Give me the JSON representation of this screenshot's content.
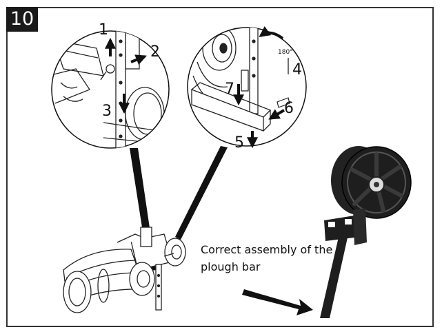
{
  "step": {
    "number": "10"
  },
  "callouts": {
    "left": [
      "1",
      "2",
      "3"
    ],
    "right": [
      "4",
      "5",
      "6",
      "7"
    ],
    "rotation": "180°"
  },
  "caption": {
    "line1": "Correct assembly of the",
    "line2": "plough bar"
  },
  "colors": {
    "ink": "#111111",
    "frame": "#333333",
    "badge": "#1a1a1a",
    "wheel": "#222222"
  }
}
